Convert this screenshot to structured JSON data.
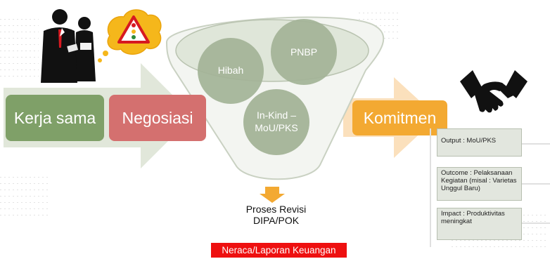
{
  "steps": {
    "kerja_sama": "Kerja sama",
    "negosiasi": "Negosiasi",
    "komitmen": "Komitmen"
  },
  "funnel": {
    "hibah": "Hibah",
    "pnbp": "PNBP",
    "inkind_line1": "In-Kind –",
    "inkind_line2": "MoU/PKS"
  },
  "proses": {
    "line1": "Proses Revisi",
    "line2": "DIPA/POK"
  },
  "neraca": "Neraca/Laporan Keuangan",
  "outcomes": {
    "output": "Output : MoU/PKS",
    "outcome": "Outcome : Pelaksanaan Kegiatan (misal : Varietas Unggul Baru)",
    "impact": "Impact : Produktivitas meningkat"
  },
  "icons": [
    "business-people-icon",
    "warning-thought-bubble-icon",
    "handshake-icon"
  ],
  "colors": {
    "green": "#7fa068",
    "red": "#d4706f",
    "orange": "#f3a932",
    "neraca_red": "#ee1010",
    "circle": "#a3b397"
  }
}
